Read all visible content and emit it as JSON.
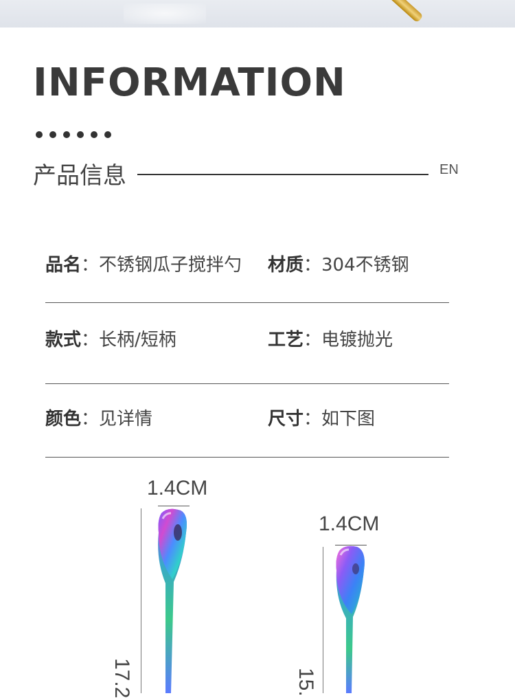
{
  "heading": "INFORMATION",
  "subtitle": "产品信息",
  "lang_tag": "EN",
  "rows": [
    {
      "k1": "品名",
      "v1": "：不锈钢瓜子搅拌勺",
      "k2": "材质",
      "v2": "：304不锈钢"
    },
    {
      "k1": "款式",
      "v1": "：长柄/短柄",
      "k2": "工艺",
      "v2": "：电镀抛光"
    },
    {
      "k1": "颜色",
      "v1": "：见详情",
      "k2": "尺寸",
      "v2": "：如下图"
    }
  ],
  "spoons": [
    {
      "width_label": "1.4CM",
      "length_label": "17.2"
    },
    {
      "width_label": "1.4CM",
      "length_label": "15."
    }
  ],
  "colors": {
    "text": "#333333",
    "rule": "#555555"
  }
}
